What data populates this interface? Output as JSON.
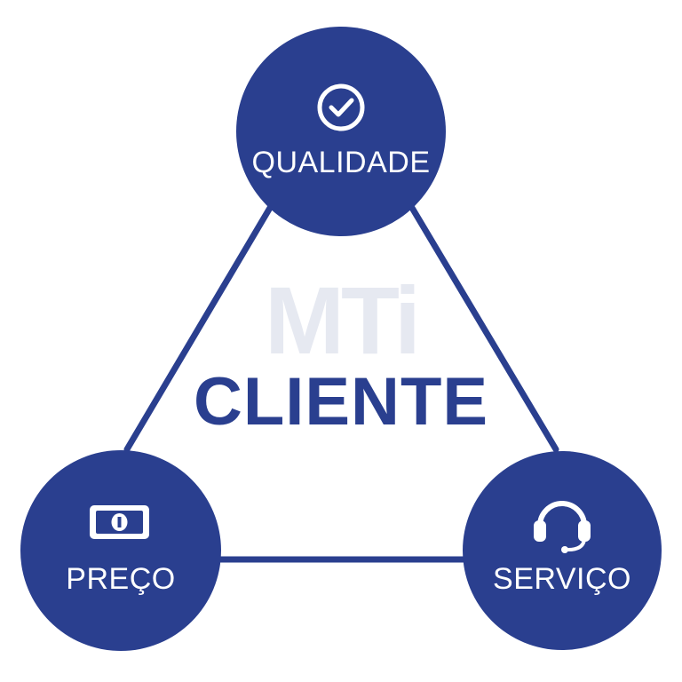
{
  "colors": {
    "primary": "#2a3f8f",
    "watermark": "#e6e9f1",
    "background": "#ffffff",
    "text_on_primary": "#ffffff"
  },
  "watermark_text": "MTi",
  "center_label": "CLIENTE",
  "nodes": [
    {
      "id": "top",
      "label": "QUALIDADE",
      "icon": "check-circle-icon"
    },
    {
      "id": "left",
      "label": "PREÇO",
      "icon": "banknote-icon"
    },
    {
      "id": "right",
      "label": "SERVIÇO",
      "icon": "headset-icon"
    }
  ],
  "edges": [
    [
      "top",
      "left"
    ],
    [
      "top",
      "right"
    ],
    [
      "left",
      "right"
    ]
  ]
}
